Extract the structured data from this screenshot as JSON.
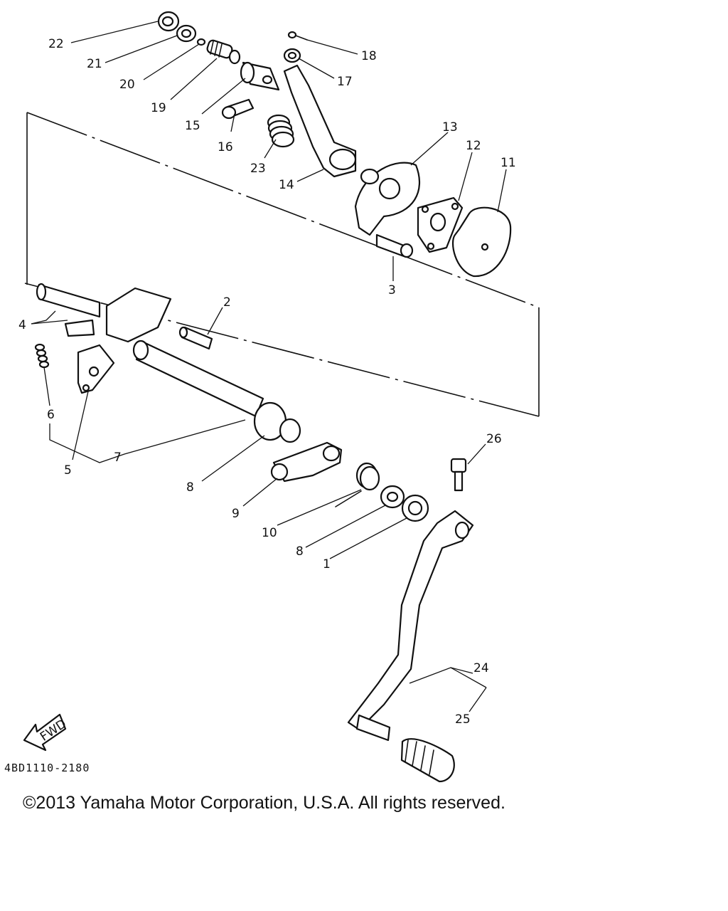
{
  "diagram": {
    "drawing_code": "4BD1110-2180",
    "fwd_label": "FWD",
    "copyright": "©2013 Yamaha Motor Corporation, U.S.A. All rights reserved.",
    "callouts": {
      "c1": "1",
      "c2": "2",
      "c3": "3",
      "c4": "4",
      "c5": "5",
      "c6": "6",
      "c7": "7",
      "c8a": "8",
      "c8b": "8",
      "c9": "9",
      "c10": "10",
      "c11": "11",
      "c12": "12",
      "c13": "13",
      "c14": "14",
      "c15": "15",
      "c16": "16",
      "c17": "17",
      "c18": "18",
      "c19": "19",
      "c20": "20",
      "c21": "21",
      "c22": "22",
      "c23": "23",
      "c24": "24",
      "c25": "25",
      "c26": "26"
    }
  }
}
